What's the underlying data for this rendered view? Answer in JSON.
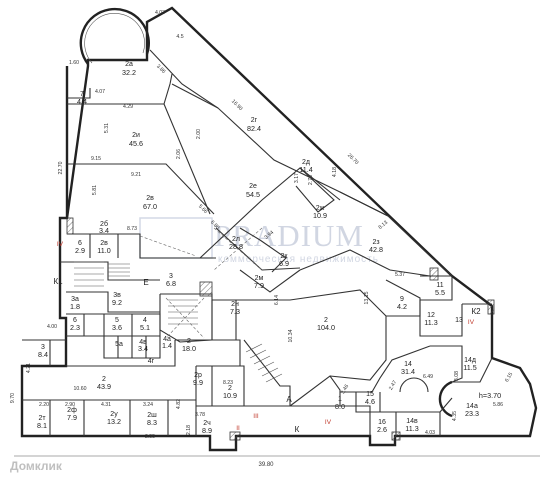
{
  "rooms": [
    {
      "number": "2a",
      "area": "32.2"
    },
    {
      "number": "7",
      "area": "4.4"
    },
    {
      "number": "2и",
      "area": "45.6"
    },
    {
      "number": "2г",
      "area": "82.4"
    },
    {
      "number": "2в",
      "area": "67.0"
    },
    {
      "number": "2е",
      "area": "54.5"
    },
    {
      "number": "2д",
      "area": "11.4"
    },
    {
      "number": "2ж",
      "area": "10.9"
    },
    {
      "number": "2з",
      "area": "42.8"
    },
    {
      "number": "2б",
      "area": "3.4"
    },
    {
      "number": "6",
      "area": "2.9"
    },
    {
      "number": "2в",
      "area": "11.0"
    },
    {
      "number": "2л",
      "area": "28.8"
    },
    {
      "number": "2к",
      "area": "6.9"
    },
    {
      "number": "2м",
      "area": "7.9"
    },
    {
      "number": "3",
      "area": "6.8"
    },
    {
      "number": "3в",
      "area": "9.2"
    },
    {
      "number": "3а",
      "area": "1.8"
    },
    {
      "number": "6",
      "area": "2.3"
    },
    {
      "number": "5",
      "area": "3.6"
    },
    {
      "number": "4",
      "area": "5.1"
    },
    {
      "number": "5а",
      "area": ""
    },
    {
      "number": "4в",
      "area": "3.4"
    },
    {
      "number": "4г",
      "area": ""
    },
    {
      "number": "4а",
      "area": "1.4"
    },
    {
      "number": "2н",
      "area": "7.3"
    },
    {
      "number": "2",
      "area": "104.0"
    },
    {
      "number": "9",
      "area": "4.2"
    },
    {
      "number": "11",
      "area": "5.5"
    },
    {
      "number": "12",
      "area": "11.3"
    },
    {
      "number": "13",
      "area": ""
    },
    {
      "number": "3",
      "area": "8.4"
    },
    {
      "number": "2",
      "area": "18.0"
    },
    {
      "number": "2",
      "area": "43.9"
    },
    {
      "number": "2р",
      "area": "9.9"
    },
    {
      "number": "2",
      "area": "10.9"
    },
    {
      "number": "14",
      "area": "31.4"
    },
    {
      "number": "14д",
      "area": "11.5"
    },
    {
      "number": "1",
      "area": "8.0"
    },
    {
      "number": "15",
      "area": "4.6"
    },
    {
      "number": "2т",
      "area": "8.1"
    },
    {
      "number": "2ф",
      "area": "7.9"
    },
    {
      "number": "2у",
      "area": "13.2"
    },
    {
      "number": "2ш",
      "area": "8.3"
    },
    {
      "number": "2ч",
      "area": "8.9"
    },
    {
      "number": "16",
      "area": "2.6"
    },
    {
      "number": "14в",
      "area": "11.3"
    },
    {
      "number": "14а",
      "area": "23.3"
    }
  ],
  "labels": {
    "k1": "К1",
    "k2": "К2",
    "e": "Е",
    "a": "А",
    "k": "К",
    "iv_left": "IV",
    "iv_right": "IV",
    "iv_bottom": "IV",
    "ii": "II",
    "iii": "III",
    "height": "h=3.70"
  },
  "dimensions": {
    "d_1_60": "1.60",
    "d_4_03": "4.03",
    "d_4_5": "4.5",
    "d_3_86": "3.86",
    "d_4_07": "4.07",
    "d_4_29": "4.29",
    "d_5_31": "5.31",
    "d_2_00": "2.00",
    "d_16_90": "16.90",
    "d_9_15": "9.15",
    "d_9_21": "9.21",
    "d_2_06": "2.06",
    "d_22_70": "22.70",
    "d_5_81": "5.81",
    "d_26_70": "26.70",
    "d_3_17": "3.17",
    "d_2_73": "2.73",
    "d_4_18": "4.18",
    "d_5_66": "5.66",
    "d_3_94": "3.94",
    "d_8_73": "8.73",
    "d_6_80": "6.80",
    "d_8_13": "8.13",
    "d_5_37": "5.37",
    "d_13_15": "13.15",
    "d_10_34": "10.34",
    "d_6_14": "6.14",
    "d_4_00": "4.00",
    "d_10_60": "10.60",
    "d_9_70": "9.70",
    "d_4_21": "4.21",
    "d_2_20": "2.20",
    "d_2_90": "2.90",
    "d_4_31": "4.31",
    "d_3_24": "3.24",
    "d_2_55": "2.55",
    "d_3_78": "3.78",
    "d_4_82": "4.82",
    "d_2_18": "2.18",
    "d_8_23": "8.23",
    "d_6_49": "6.49",
    "d_2_47": "2.47",
    "d_3_08": "3.08",
    "d_6_15": "6.15",
    "d_5_86": "5.86",
    "d_4_35": "4.35",
    "d_4_03b": "4.03",
    "d_39_80": "39.80",
    "d_3_46": "3.46"
  },
  "watermark": {
    "brand": "PRADIUM",
    "tagline": "коммерческая недвижимость",
    "corner": "Домклик"
  }
}
